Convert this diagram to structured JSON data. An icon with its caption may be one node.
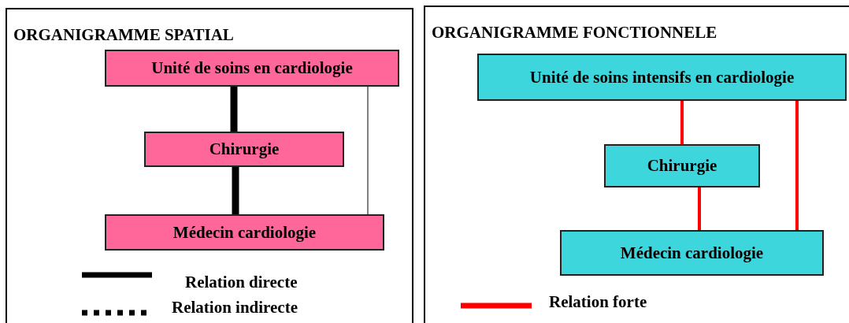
{
  "diagram": {
    "nodes": [
      {
        "text": [
          "ORGANIGRAMME SPATIAL"
        ]
      },
      {
        "text": [
          "Unité de soins en cardiologie"
        ],
        "in": 0
      },
      {
        "text": [
          "Chirurgie"
        ],
        "in": 0
      },
      {
        "text": [
          "Médecin cardiologie"
        ],
        "in": 0
      },
      {
        "text": [
          "ORGANIGRAMME FONCTIONNELE"
        ]
      },
      {
        "text": [
          "Unité de soins intensifs en cardiologie"
        ],
        "in": 4
      },
      {
        "text": [
          "Chirurgie"
        ],
        "in": 4
      },
      {
        "text": [
          "Médecin cardiologie"
        ],
        "in": 4
      }
    ],
    "edges": [
      {
        "from": 1,
        "to": 2,
        "arrow": "none",
        "style": "thick"
      },
      {
        "from": 2,
        "to": 3,
        "arrow": "none",
        "style": "thick"
      },
      {
        "from": 1,
        "to": 3,
        "arrow": "none"
      },
      {
        "from": 5,
        "to": 6,
        "arrow": "none",
        "color": "#ff0000"
      },
      {
        "from": 6,
        "to": 7,
        "arrow": "none",
        "color": "#ff0000"
      },
      {
        "from": 5,
        "to": 7,
        "arrow": "none",
        "color": "#ff0000"
      }
    ],
    "legend": [
      {
        "text": "Relation directe"
      },
      {
        "text": "Relation indirecte"
      },
      {
        "text": "Relation forte"
      }
    ]
  }
}
